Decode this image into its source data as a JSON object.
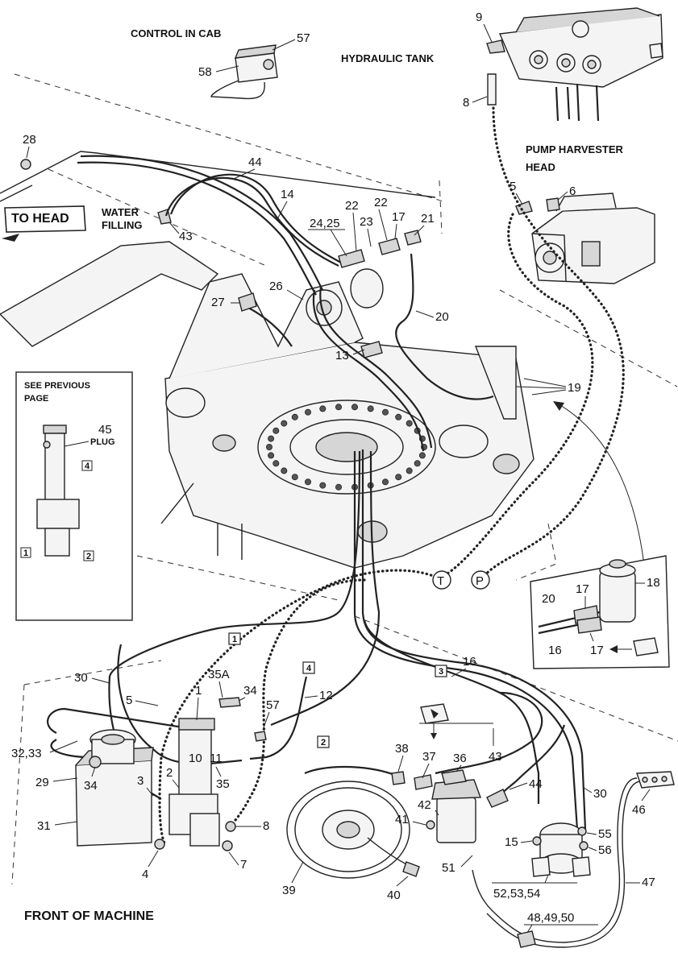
{
  "captions": {
    "control_in_cab": "CONTROL IN CAB",
    "hydraulic_tank": "HYDRAULIC TANK",
    "pump_harvester_head_1": "PUMP HARVESTER",
    "pump_harvester_head_2": "HEAD",
    "to_head": "TO HEAD",
    "water_filling_1": "WATER",
    "water_filling_2": "FILLING",
    "see_previous_1": "SEE PREVIOUS",
    "see_previous_2": "PAGE",
    "plug": "PLUG",
    "front_of_machine": "FRONT OF MACHINE"
  },
  "circle_labels": {
    "t": "T",
    "p": "P"
  },
  "box_labels": {
    "b1": "1",
    "b2": "2",
    "b3": "3",
    "b4": "4"
  },
  "callouts": {
    "c1": "1",
    "c2": "2",
    "c3": "3",
    "c4": "4",
    "c5": "5",
    "c6": "6",
    "c7": "7",
    "c8": "8",
    "c9": "9",
    "c10": "10",
    "c11": "11",
    "c12": "12",
    "c13": "13",
    "c14": "14",
    "c15": "15",
    "c16": "16",
    "c17": "17",
    "c19": "19",
    "c20": "20",
    "c21": "21",
    "c22a": "22",
    "c22b": "22",
    "c23": "23",
    "c2425": "24,25",
    "c26": "26",
    "c27": "27",
    "c28": "28",
    "c29": "29",
    "c30": "30",
    "c3233": "32,33",
    "c34": "34",
    "c35": "35",
    "c35a": "35A",
    "c36": "36",
    "c37": "37",
    "c38": "38",
    "c39": "39",
    "c40": "40",
    "c41": "41",
    "c42": "42",
    "c43": "43",
    "c44": "44",
    "c45": "45",
    "c46": "46",
    "c47": "47",
    "c484950": "48,49,50",
    "c51": "51",
    "c525354": "52,53,54",
    "c55": "55",
    "c56": "56",
    "c57": "57",
    "c58": "58",
    "c31": "31",
    "c18": "18",
    "c5b": "5",
    "c8b": "8",
    "c30b": "30",
    "c43b": "43",
    "c44b": "44",
    "c57b": "57",
    "c34b": "34",
    "c3b": "3",
    "c4b": "4"
  },
  "inset_right": {
    "c20": "20",
    "c17a": "17",
    "c18": "18",
    "c16": "16",
    "c17b": "17"
  },
  "inset_left_boxes": {
    "b4": "4",
    "b1": "1",
    "b2": "2"
  }
}
